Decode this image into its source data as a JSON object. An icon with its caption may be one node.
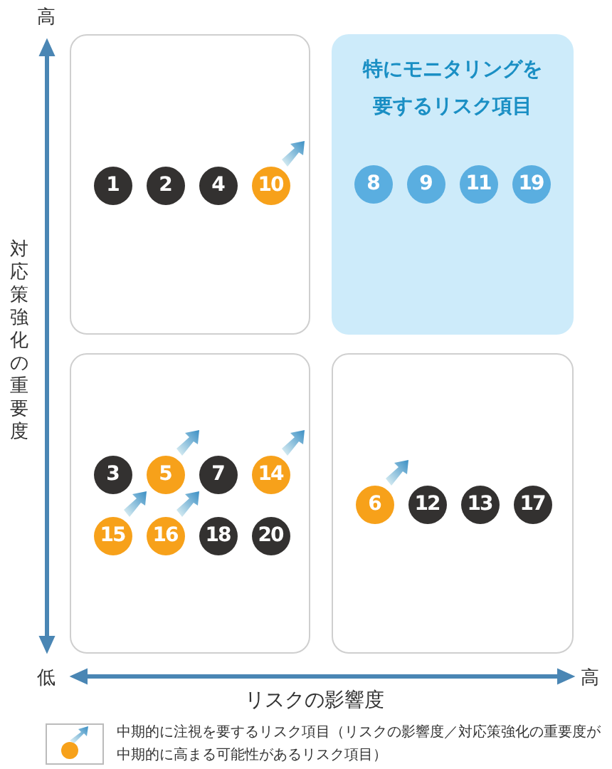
{
  "diagram": {
    "nodes": [
      {
        "text": [],
        "shape": "box"
      },
      {
        "text": [
          "1"
        ],
        "in": 0
      },
      {
        "text": [
          "2"
        ],
        "in": 0
      },
      {
        "text": [
          "4"
        ],
        "in": 0
      },
      {
        "text": [
          "10"
        ],
        "in": 0
      },
      {
        "text": [
          "特にモニタリングを要するリスク項目"
        ]
      },
      {
        "text": [
          "8"
        ],
        "in": 5
      },
      {
        "text": [
          "9"
        ],
        "in": 5
      },
      {
        "text": [
          "11"
        ],
        "in": 5
      },
      {
        "text": [
          "19"
        ],
        "in": 5
      },
      {
        "text": [],
        "shape": "box"
      },
      {
        "text": [
          "3"
        ],
        "in": 10
      },
      {
        "text": [
          "5"
        ],
        "in": 10
      },
      {
        "text": [
          "7"
        ],
        "in": 10
      },
      {
        "text": [
          "14"
        ],
        "in": 10
      },
      {
        "text": [
          "15"
        ],
        "in": 10
      },
      {
        "text": [
          "16"
        ],
        "in": 10
      },
      {
        "text": [
          "18"
        ],
        "in": 10
      },
      {
        "text": [
          "20"
        ],
        "in": 10
      },
      {
        "text": [],
        "shape": "box"
      },
      {
        "text": [
          "6"
        ],
        "in": 19
      },
      {
        "text": [
          "12"
        ],
        "in": 19
      },
      {
        "text": [
          "13"
        ],
        "in": 19
      },
      {
        "text": [
          "17"
        ],
        "in": 19
      }
    ],
    "edges": [],
    "labels": [
      "高",
      "対応策強化の重要度",
      "低",
      "高",
      "リスクの影響度"
    ],
    "legend": [
      {
        "text": "中期的に注視を要するリスク項目（リスクの影響度／対応策強化の重要度が中期的に高まる可能性があるリスク項目）"
      }
    ]
  }
}
